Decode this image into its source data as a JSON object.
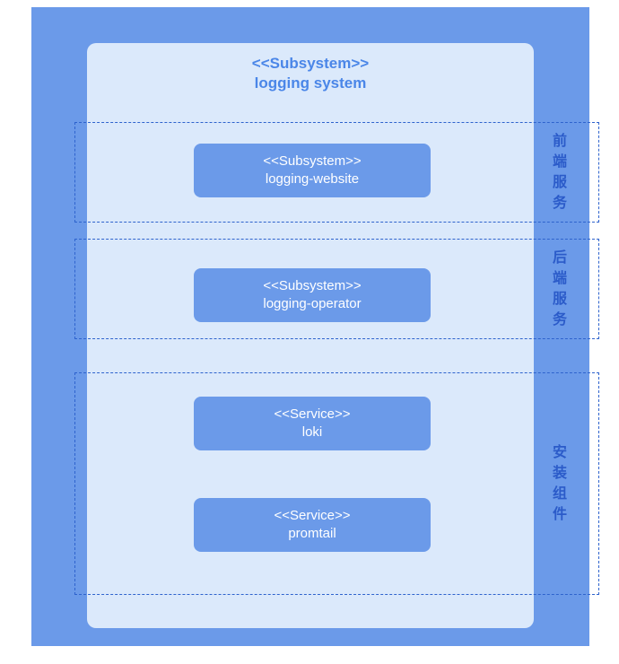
{
  "diagram": {
    "title": {
      "stereotype": "<<Subsystem>>",
      "name": "logging system"
    },
    "bands": [
      {
        "label": "前端服务"
      },
      {
        "label": "后端服务"
      },
      {
        "label": "安装组件"
      }
    ],
    "nodes": [
      {
        "stereotype": "<<Subsystem>>",
        "name": "logging-website"
      },
      {
        "stereotype": "<<Subsystem>>",
        "name": "logging-operator"
      },
      {
        "stereotype": "<<Service>>",
        "name": "loki"
      },
      {
        "stereotype": "<<Service>>",
        "name": "promtail"
      }
    ],
    "colors": {
      "outer_background": "#6b9ae9",
      "panel_background": "#dbe9fb",
      "node_background": "#6b9ae9",
      "dashed_border": "#2e63cd",
      "title_text": "#4a86e8",
      "band_label_text": "#2b5bc9",
      "node_text": "#ffffff"
    }
  }
}
